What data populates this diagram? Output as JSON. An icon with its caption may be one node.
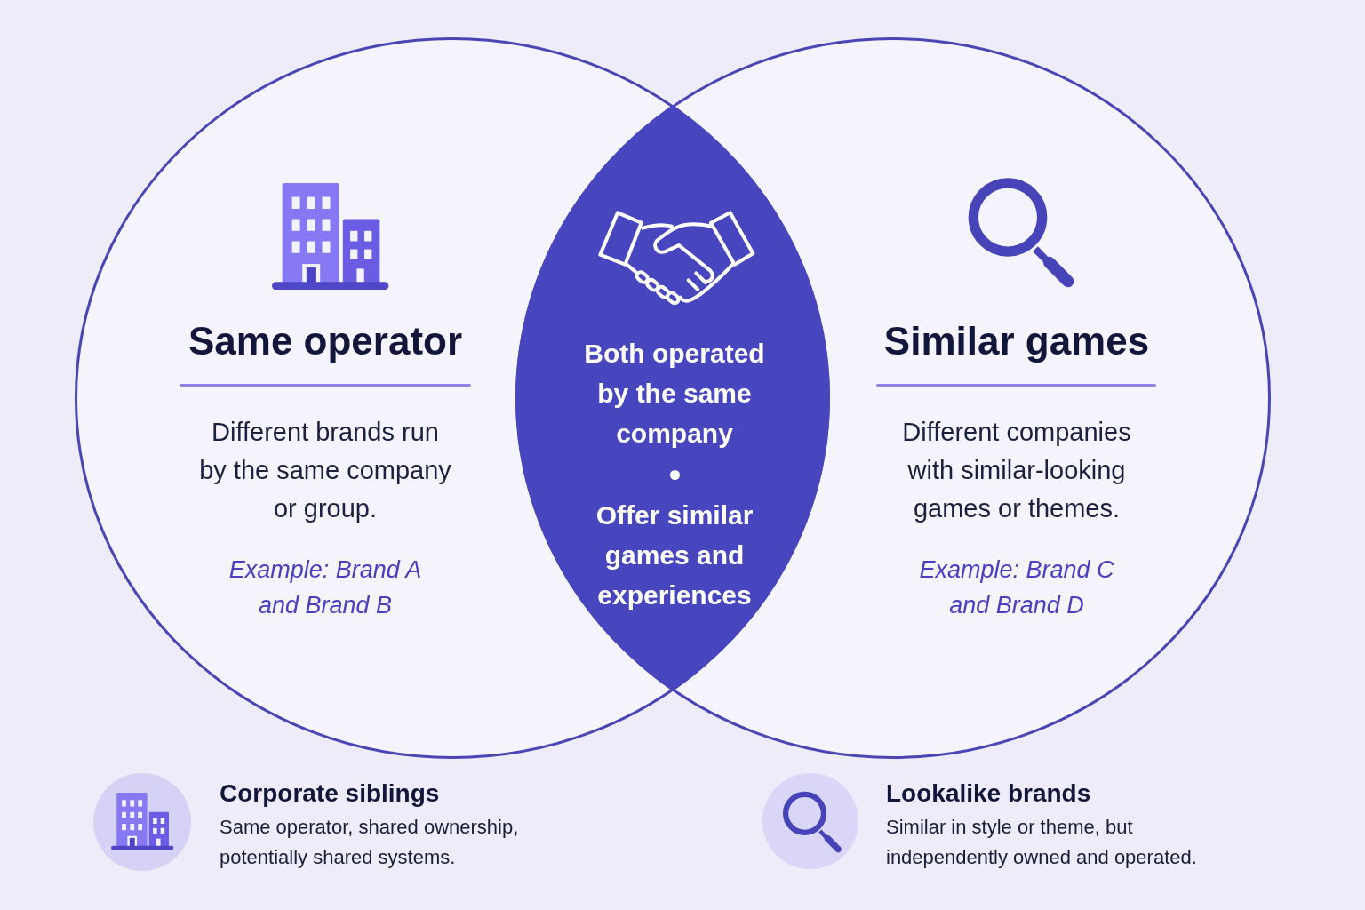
{
  "diagram": {
    "nodes": [
      {
        "text": [
          "Same operator",
          "Different brands run by the same company or group.",
          "Example: Brand A and Brand B"
        ]
      },
      {
        "text": [
          "Similar games",
          "Different companies with similar-looking games or themes.",
          "Example: Brand C and Brand D"
        ]
      },
      {
        "text": [
          "Both operated by the same company",
          "Offer similar games and experiences"
        ]
      }
    ],
    "labels": [
      "Corporate siblings",
      "Same operator, shared ownership, potentially shared systems.",
      "Lookalike brands",
      "Similar in style or theme, but independently owned and operated."
    ]
  }
}
